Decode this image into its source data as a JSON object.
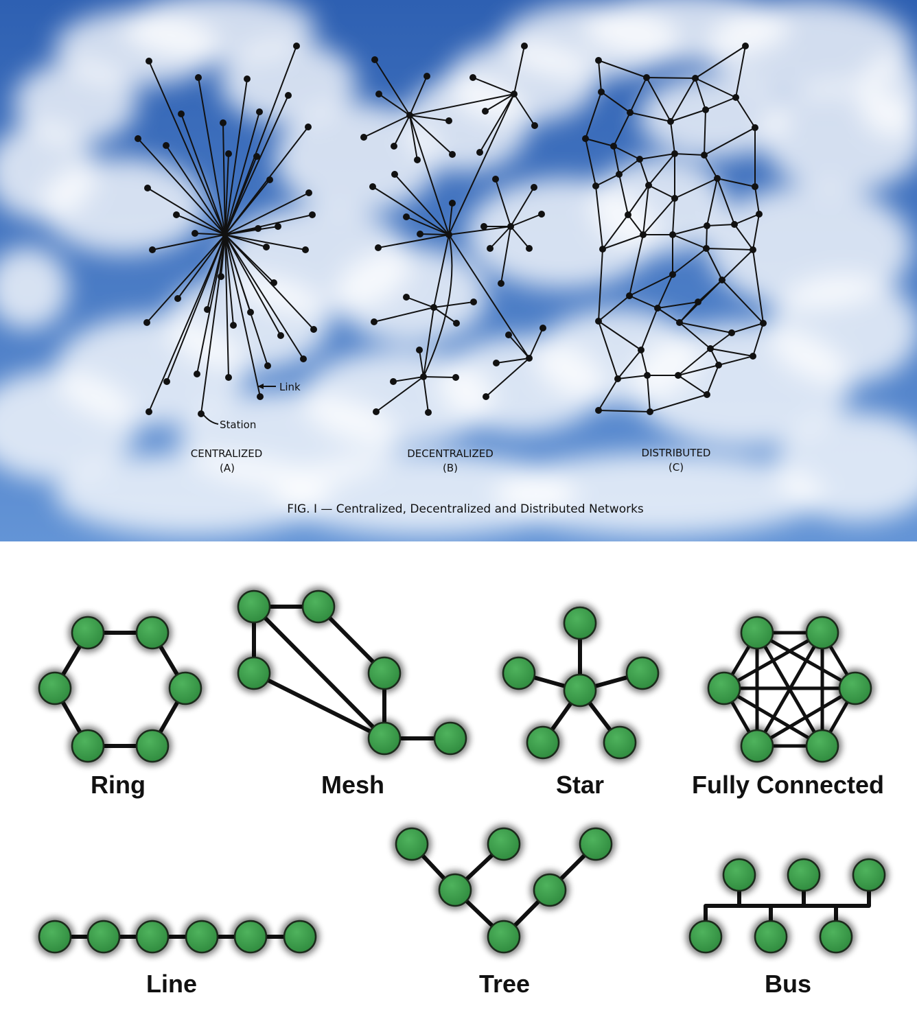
{
  "figure": {
    "caption": "FIG. I — Centralized, Decentralized and Distributed Networks",
    "panels": [
      {
        "name": "CENTRALIZED",
        "letter": "(A)"
      },
      {
        "name": "DECENTRALIZED",
        "letter": "(B)"
      },
      {
        "name": "DISTRIBUTED",
        "letter": "(C)"
      }
    ],
    "annotations": {
      "link": "Link",
      "station": "Station"
    }
  },
  "topologies": [
    {
      "id": "ring",
      "label": "Ring"
    },
    {
      "id": "mesh",
      "label": "Mesh"
    },
    {
      "id": "star",
      "label": "Star"
    },
    {
      "id": "fully-connected",
      "label": "Fully Connected"
    },
    {
      "id": "line",
      "label": "Line"
    },
    {
      "id": "tree",
      "label": "Tree"
    },
    {
      "id": "bus",
      "label": "Bus"
    }
  ],
  "colors": {
    "sky_top": "#2f63b4",
    "sky_bottom": "#5c8fd3",
    "cloud": "#ffffff",
    "ink": "#111111",
    "node_fill": "#3f9b4d",
    "node_stroke": "#1b2a1b",
    "edge": "#111111"
  }
}
